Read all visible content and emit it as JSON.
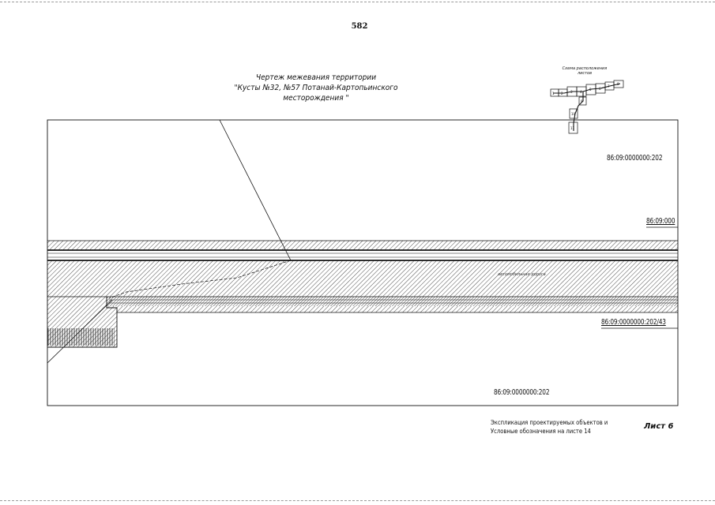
{
  "document": {
    "page_number": "582",
    "title_line1": "Чертеж межевания территории",
    "title_line2": "\"Кусты №32, №57 Потанай-Картопьинского месторождения \"",
    "scheme_label_line1": "Схема расположения",
    "scheme_label_line2": "листов",
    "scheme_sheet_numbers": [
      "1",
      "2",
      "3",
      "4",
      "5",
      "6",
      "7",
      "8",
      "9",
      "10",
      "11"
    ],
    "parcel_labels": [
      "86:09:0000000:202",
      "86:09:000",
      "86:09:0000000:202/43",
      "86:09:0000000:202"
    ],
    "road_label": "автомобильная дорога",
    "note_line1": "Экспликация проектируемых объектов и",
    "note_line2": "Условные обозначения на листе 14",
    "sheet_label": "Лист 6"
  }
}
